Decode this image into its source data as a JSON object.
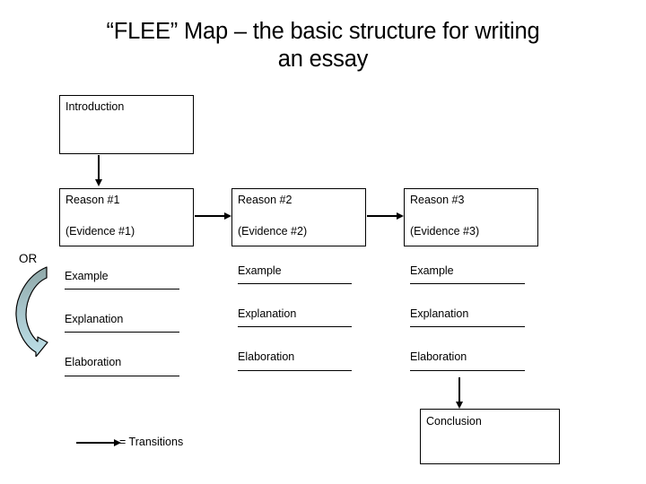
{
  "slide": {
    "title": "“FLEE” Map – the basic structure for writing\nan essay",
    "background_color": "#ffffff",
    "text_color": "#000000"
  },
  "boxes": {
    "introduction": {
      "label": "Introduction"
    },
    "reason1": {
      "label": "Reason #1",
      "sublabel": "(Evidence #1)"
    },
    "reason2": {
      "label": "Reason #2",
      "sublabel": "(Evidence #2)"
    },
    "reason3": {
      "label": "Reason #3",
      "sublabel": "(Evidence #3)"
    },
    "conclusion": {
      "label": "Conclusion"
    }
  },
  "or_marker": {
    "label": "OR",
    "arrow_icon": "curved-down-arrow-icon",
    "gradient_top_color": "#8fa8a8",
    "gradient_bottom_color": "#bcdfe7",
    "outline_color": "#000000"
  },
  "flee_columns": [
    {
      "column": 1,
      "items": [
        {
          "label": "Example"
        },
        {
          "label": "Explanation"
        },
        {
          "label": "Elaboration"
        }
      ]
    },
    {
      "column": 2,
      "items": [
        {
          "label": "Example"
        },
        {
          "label": "Explanation"
        },
        {
          "label": "Elaboration"
        }
      ]
    },
    {
      "column": 3,
      "items": [
        {
          "label": "Example"
        },
        {
          "label": "Explanation"
        },
        {
          "label": "Elaboration"
        }
      ]
    }
  ],
  "connectors": {
    "intro_to_reason1": {
      "icon": "arrow-down-icon"
    },
    "reason1_to_reason2": {
      "icon": "arrow-right-icon"
    },
    "reason2_to_reason3": {
      "icon": "arrow-right-icon"
    },
    "elaboration3_to_conclusion": {
      "icon": "arrow-down-icon"
    }
  },
  "legend": {
    "arrow_icon": "arrow-right-icon",
    "text": "= Transitions"
  }
}
